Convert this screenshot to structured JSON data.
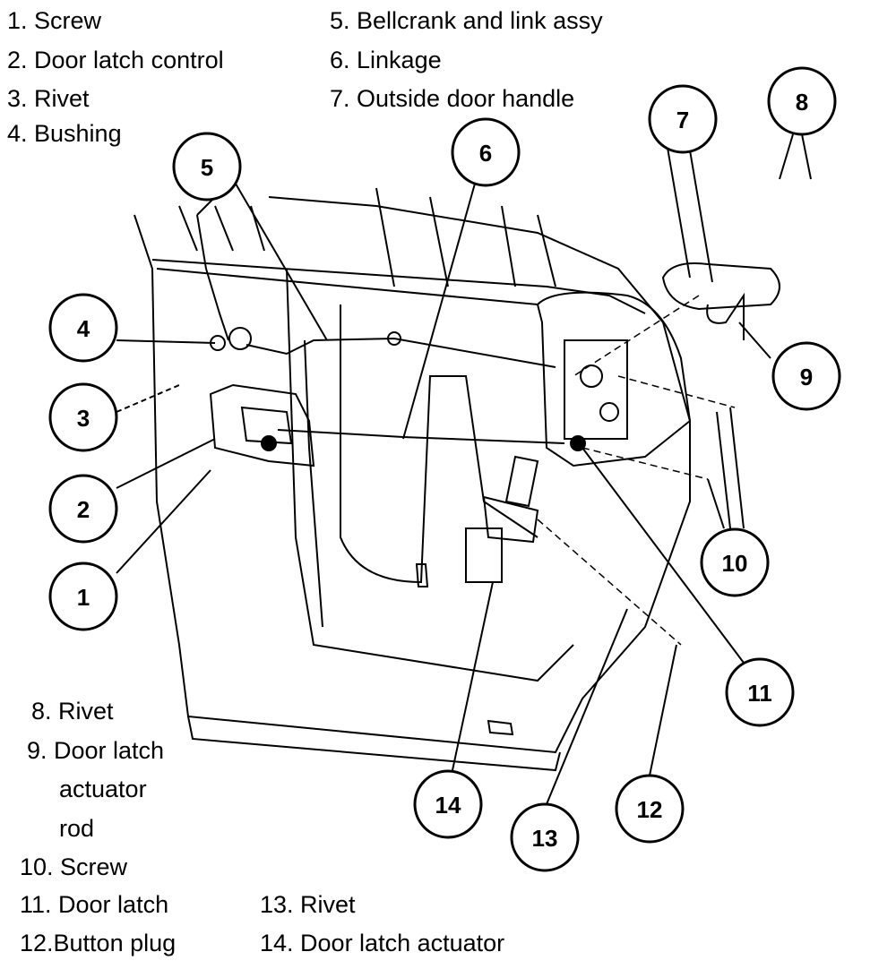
{
  "legend_top_left": [
    "1. Screw",
    "2. Door latch control",
    "3. Rivet",
    "4. Bushing"
  ],
  "legend_top_right": [
    "5. Bellcrank and link assy",
    "6. Linkage",
    "7. Outside door handle"
  ],
  "legend_bottom_left": [
    "8. Rivet",
    "9. Door latch",
    "actuator",
    "rod",
    "10. Screw",
    "11. Door latch",
    "12.Button plug"
  ],
  "legend_bottom_right": [
    "13. Rivet",
    "14. Door latch actuator"
  ],
  "callouts": {
    "c1": "1",
    "c2": "2",
    "c3": "3",
    "c4": "4",
    "c5": "5",
    "c6": "6",
    "c7": "7",
    "c8": "8",
    "c9": "9",
    "c10": "10",
    "c11": "11",
    "c12": "12",
    "c13": "13",
    "c14": "14"
  }
}
